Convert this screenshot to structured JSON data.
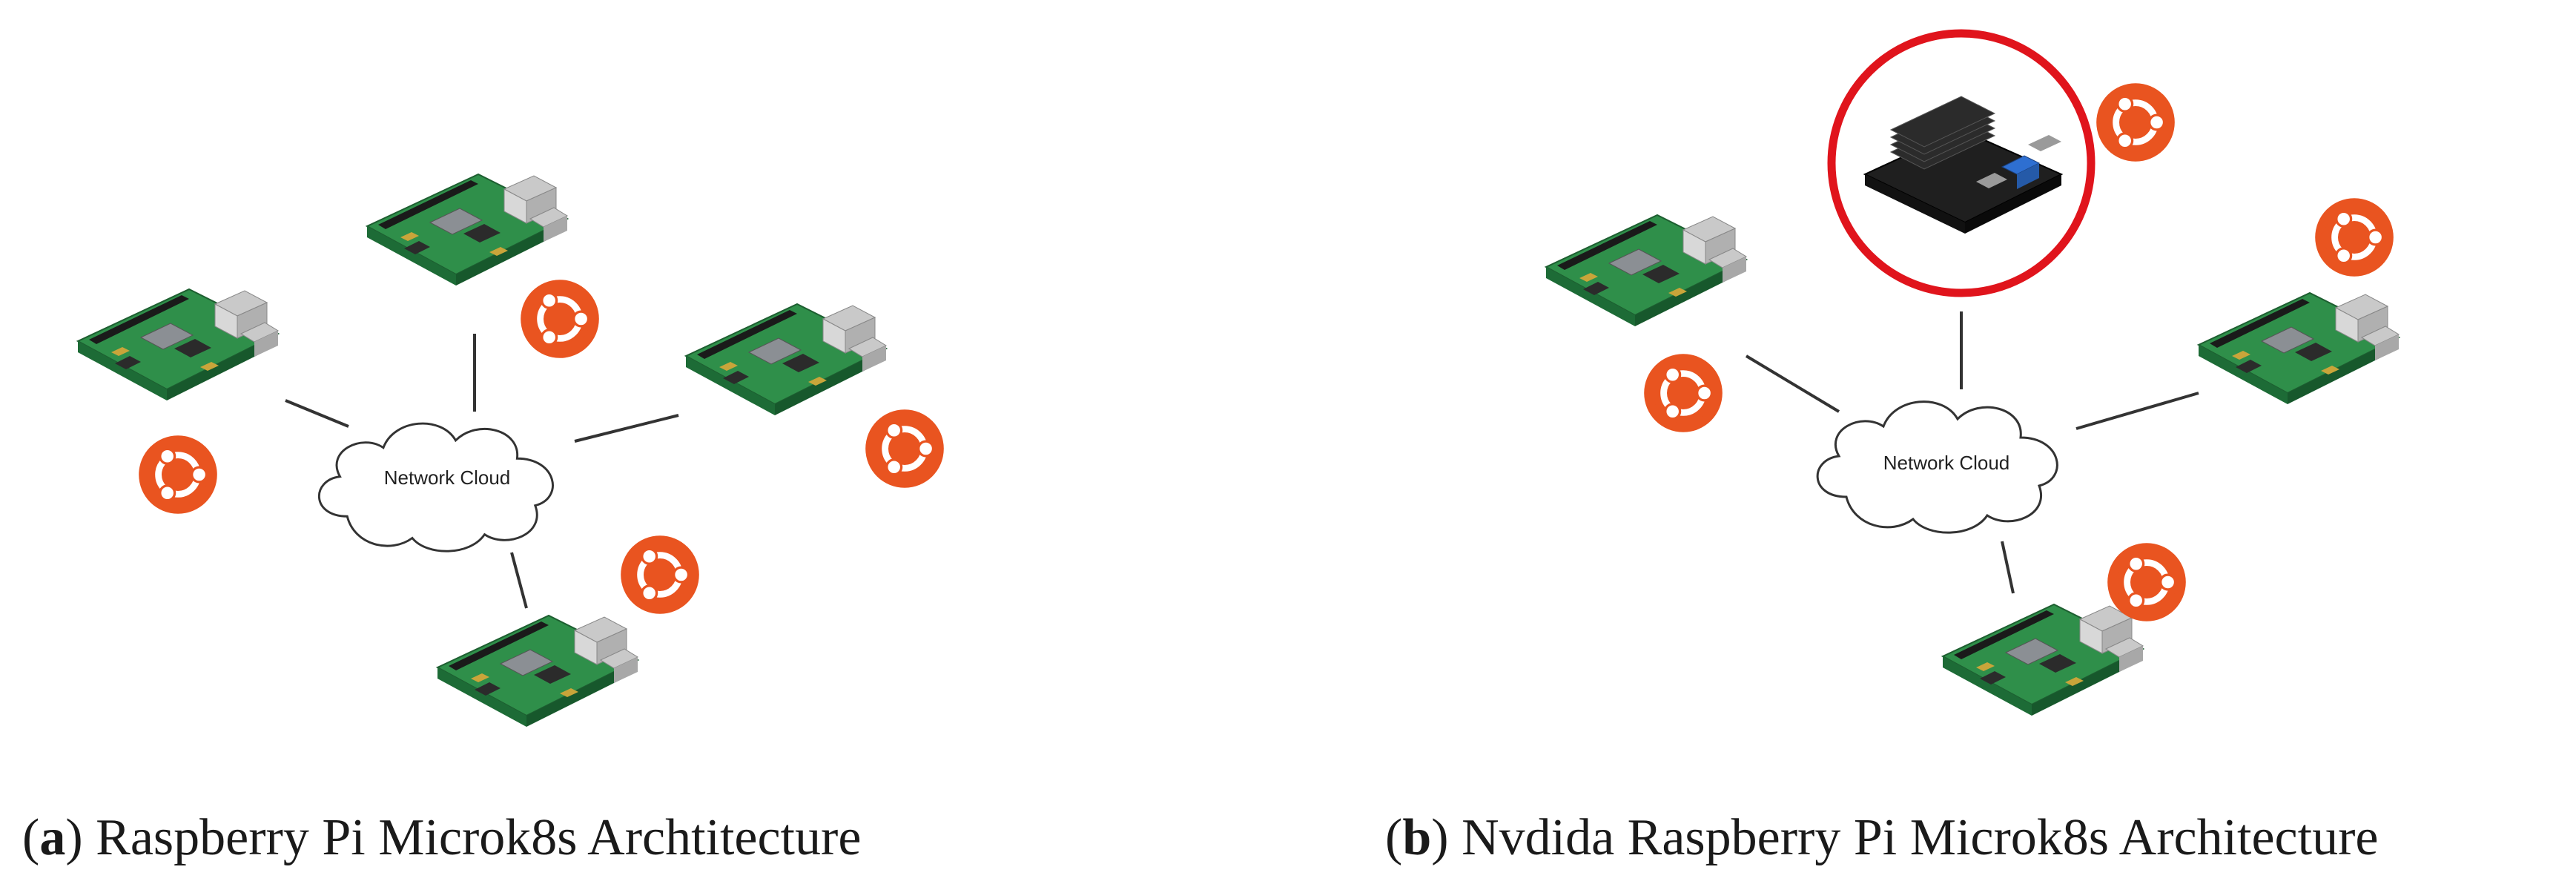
{
  "cloud_label": "Network Cloud",
  "colors": {
    "ubuntu_orange": "#E95420",
    "board_green": "#2f8f4a",
    "jetson_highlight": "#e0141c",
    "connector_line": "#333333"
  },
  "icons": {
    "node": "raspberry-pi-board-icon",
    "os": "ubuntu-logo-icon",
    "gpu_node": "nvidia-jetson-board-icon",
    "network": "network-cloud-icon"
  },
  "panels": [
    {
      "id": "a",
      "caption_letter": "a",
      "caption_text": "Raspberry Pi Microk8s Archtitecture"
    },
    {
      "id": "b",
      "caption_letter": "b",
      "caption_text": "Nvdida Raspberry Pi Microk8s Architecture"
    }
  ]
}
